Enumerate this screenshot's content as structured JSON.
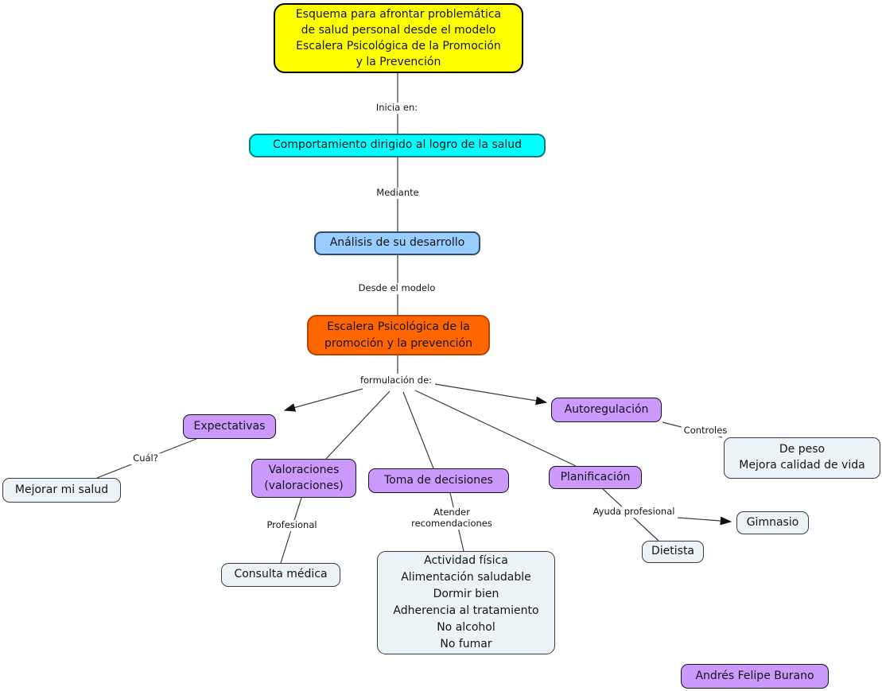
{
  "colors": {
    "title_fill": "#FFFF00",
    "start_fill": "#00FFFF",
    "analysis_fill": "#99CCFF",
    "model_fill": "#FF6600",
    "concept_fill": "#CC99FF",
    "leaf_fill": "#ECF3F6",
    "line": "#3A3A3A"
  },
  "nodes": {
    "titulo": "Esquema para afrontar problemática\nde salud personal desde el modelo\nEscalera Psicológica de la Promoción\ny la Prevención",
    "comportamiento": "Comportamiento dirigido al logro de la salud",
    "analisis": "Análisis de su desarrollo",
    "escalera": "Escalera Psicológica de la\npromoción y la prevención",
    "expectativas": "Expectativas",
    "valoraciones": "Valoraciones\n(valoraciones)",
    "toma_decisiones": "Toma de decisiones",
    "planificacion": "Planificación",
    "autoregulacion": "Autoregulación",
    "mejorar_salud": "Mejorar mi salud",
    "consulta_medica": "Consulta médica",
    "acciones": "Actividad física\nAlimentación saludable\nDormir bien\nAdherencia al tratamiento\nNo alcohol\nNo fumar",
    "dietista": "Dietista",
    "gimnasio": "Gimnasio",
    "de_peso": "De peso\nMejora calidad de vida",
    "autor": "Andrés Felipe Burano"
  },
  "link_labels": {
    "inicia_en": "Inicia en:",
    "mediante": "Mediante",
    "desde_el_modelo": "Desde el modelo",
    "formulacion_de": "formulación de:",
    "cual": "Cuál?",
    "profesional": "Profesional",
    "atender": "Atender\nrecomendaciones",
    "ayuda_profesional": "Ayuda profesional",
    "controles": "Controles"
  }
}
